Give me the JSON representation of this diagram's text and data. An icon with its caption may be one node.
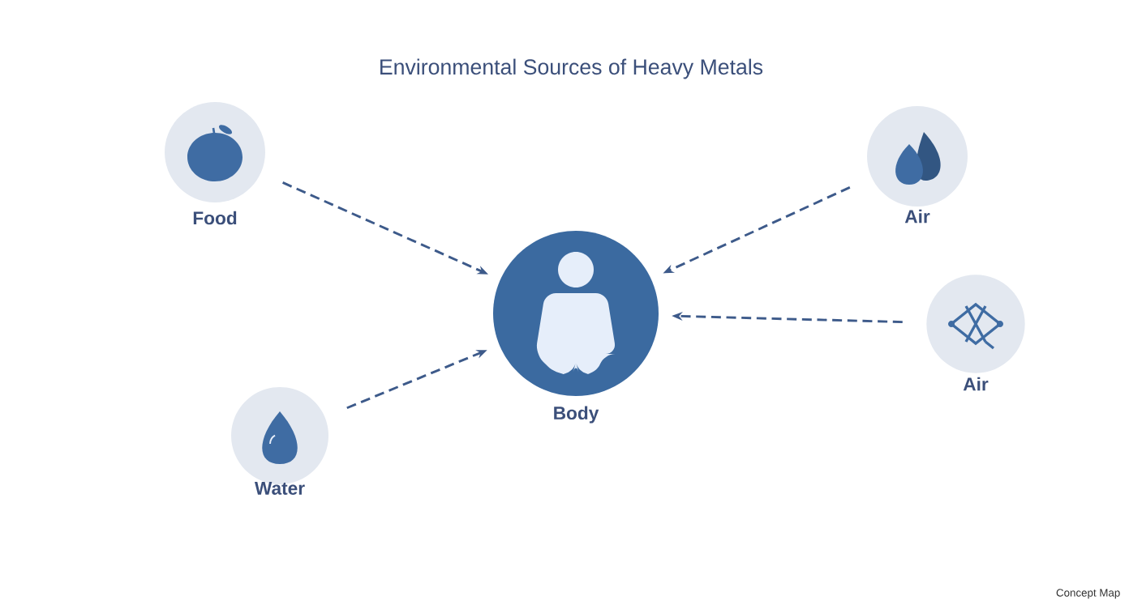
{
  "diagram": {
    "title": "Environmental Sources of Heavy Metals",
    "nodes": [
      {
        "text": [
          "Food"
        ]
      },
      {
        "text": [
          "Air"
        ]
      },
      {
        "text": [
          "Body"
        ]
      },
      {
        "text": [
          "Air"
        ]
      },
      {
        "text": [
          "Water"
        ]
      }
    ],
    "edges": [
      {
        "from": 0,
        "to": 2,
        "arrow": "to",
        "style": "dashed"
      },
      {
        "from": 1,
        "to": 2,
        "arrow": "to",
        "style": "dashed"
      },
      {
        "from": 3,
        "to": 2,
        "arrow": "to",
        "style": "dashed"
      },
      {
        "from": 4,
        "to": 2,
        "arrow": "to",
        "style": "dashed"
      }
    ],
    "labels": [
      "Concept Map"
    ]
  }
}
